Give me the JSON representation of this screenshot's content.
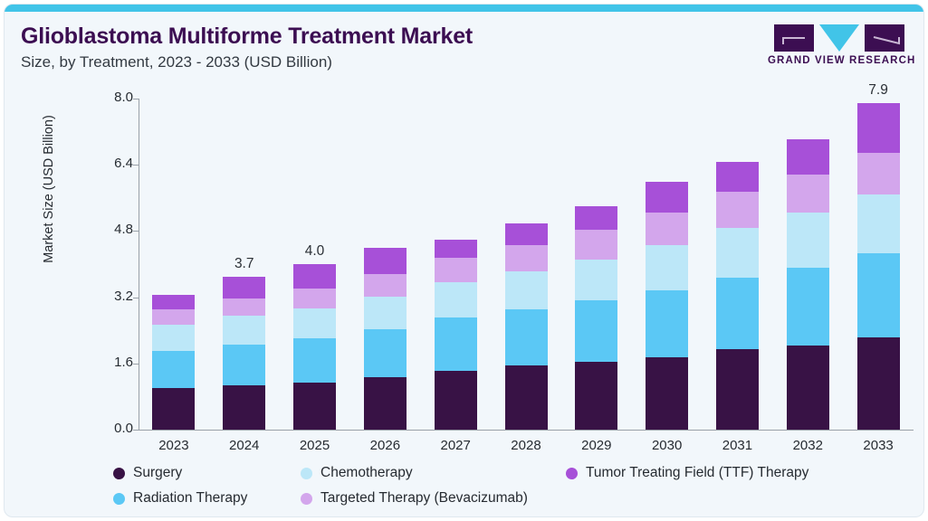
{
  "header": {
    "title": "Glioblastoma Multiforme Treatment Market",
    "subtitle": "Size, by Treatment, 2023 - 2033 (USD Billion)",
    "accent_color": "#41c4e8",
    "background_color": "#f2f7fb"
  },
  "logo": {
    "text": "GRAND VIEW RESEARCH",
    "mark_color": "#3c0e52",
    "triangle_color": "#41c4e8"
  },
  "chart_data": {
    "type": "bar",
    "title": "Glioblastoma Multiforme Treatment Market",
    "subtitle": "Size, by Treatment, 2023 - 2033 (USD Billion)",
    "stacked": true,
    "xlabel": "",
    "ylabel": "Market Size (USD Billion)",
    "ylim": [
      0.0,
      8.0
    ],
    "yticks": [
      "0.0",
      "1.6",
      "3.2",
      "4.8",
      "6.4",
      "8.0"
    ],
    "ytick_values": [
      0.0,
      1.6,
      3.2,
      4.8,
      6.4,
      8.0
    ],
    "grid": false,
    "legend_position": "bottom",
    "categories": [
      "2023",
      "2024",
      "2025",
      "2026",
      "2027",
      "2028",
      "2029",
      "2030",
      "2031",
      "2032",
      "2033"
    ],
    "series": [
      {
        "name": "Surgery",
        "color": "#381245",
        "values": [
          1.0,
          1.08,
          1.13,
          1.27,
          1.43,
          1.55,
          1.64,
          1.75,
          1.94,
          2.03,
          2.23
        ]
      },
      {
        "name": "Radiation Therapy",
        "color": "#5bc8f5",
        "values": [
          0.9,
          0.98,
          1.07,
          1.16,
          1.28,
          1.35,
          1.48,
          1.61,
          1.73,
          1.89,
          2.04
        ]
      },
      {
        "name": "Chemotherapy",
        "color": "#bce7f8",
        "values": [
          0.63,
          0.69,
          0.73,
          0.79,
          0.86,
          0.92,
          1.0,
          1.1,
          1.21,
          1.32,
          1.41
        ]
      },
      {
        "name": "Targeted Therapy (Bevacizumab)",
        "color": "#d3a6ec",
        "values": [
          0.37,
          0.43,
          0.47,
          0.53,
          0.58,
          0.64,
          0.72,
          0.78,
          0.86,
          0.93,
          1.01
        ]
      },
      {
        "name": "Tumor Treating Field (TTF) Therapy",
        "color": "#a750d8",
        "values": [
          0.35,
          0.52,
          0.6,
          0.65,
          0.44,
          0.52,
          0.56,
          0.76,
          0.74,
          0.85,
          1.21
        ]
      }
    ],
    "totals": [
      3.25,
      3.7,
      4.0,
      4.4,
      4.59,
      4.98,
      5.4,
      6.0,
      6.48,
      7.02,
      7.9
    ],
    "point_labels": [
      {
        "category": "2024",
        "value": "3.7"
      },
      {
        "category": "2025",
        "value": "4.0"
      },
      {
        "category": "2033",
        "value": "7.9"
      }
    ]
  },
  "legend": {
    "items": [
      {
        "label": "Surgery",
        "color": "#381245"
      },
      {
        "label": "Chemotherapy",
        "color": "#bce7f8"
      },
      {
        "label": "Tumor Treating Field (TTF) Therapy",
        "color": "#a750d8"
      },
      {
        "label": "Radiation Therapy",
        "color": "#5bc8f5"
      },
      {
        "label": "Targeted Therapy (Bevacizumab)",
        "color": "#d3a6ec"
      }
    ]
  }
}
